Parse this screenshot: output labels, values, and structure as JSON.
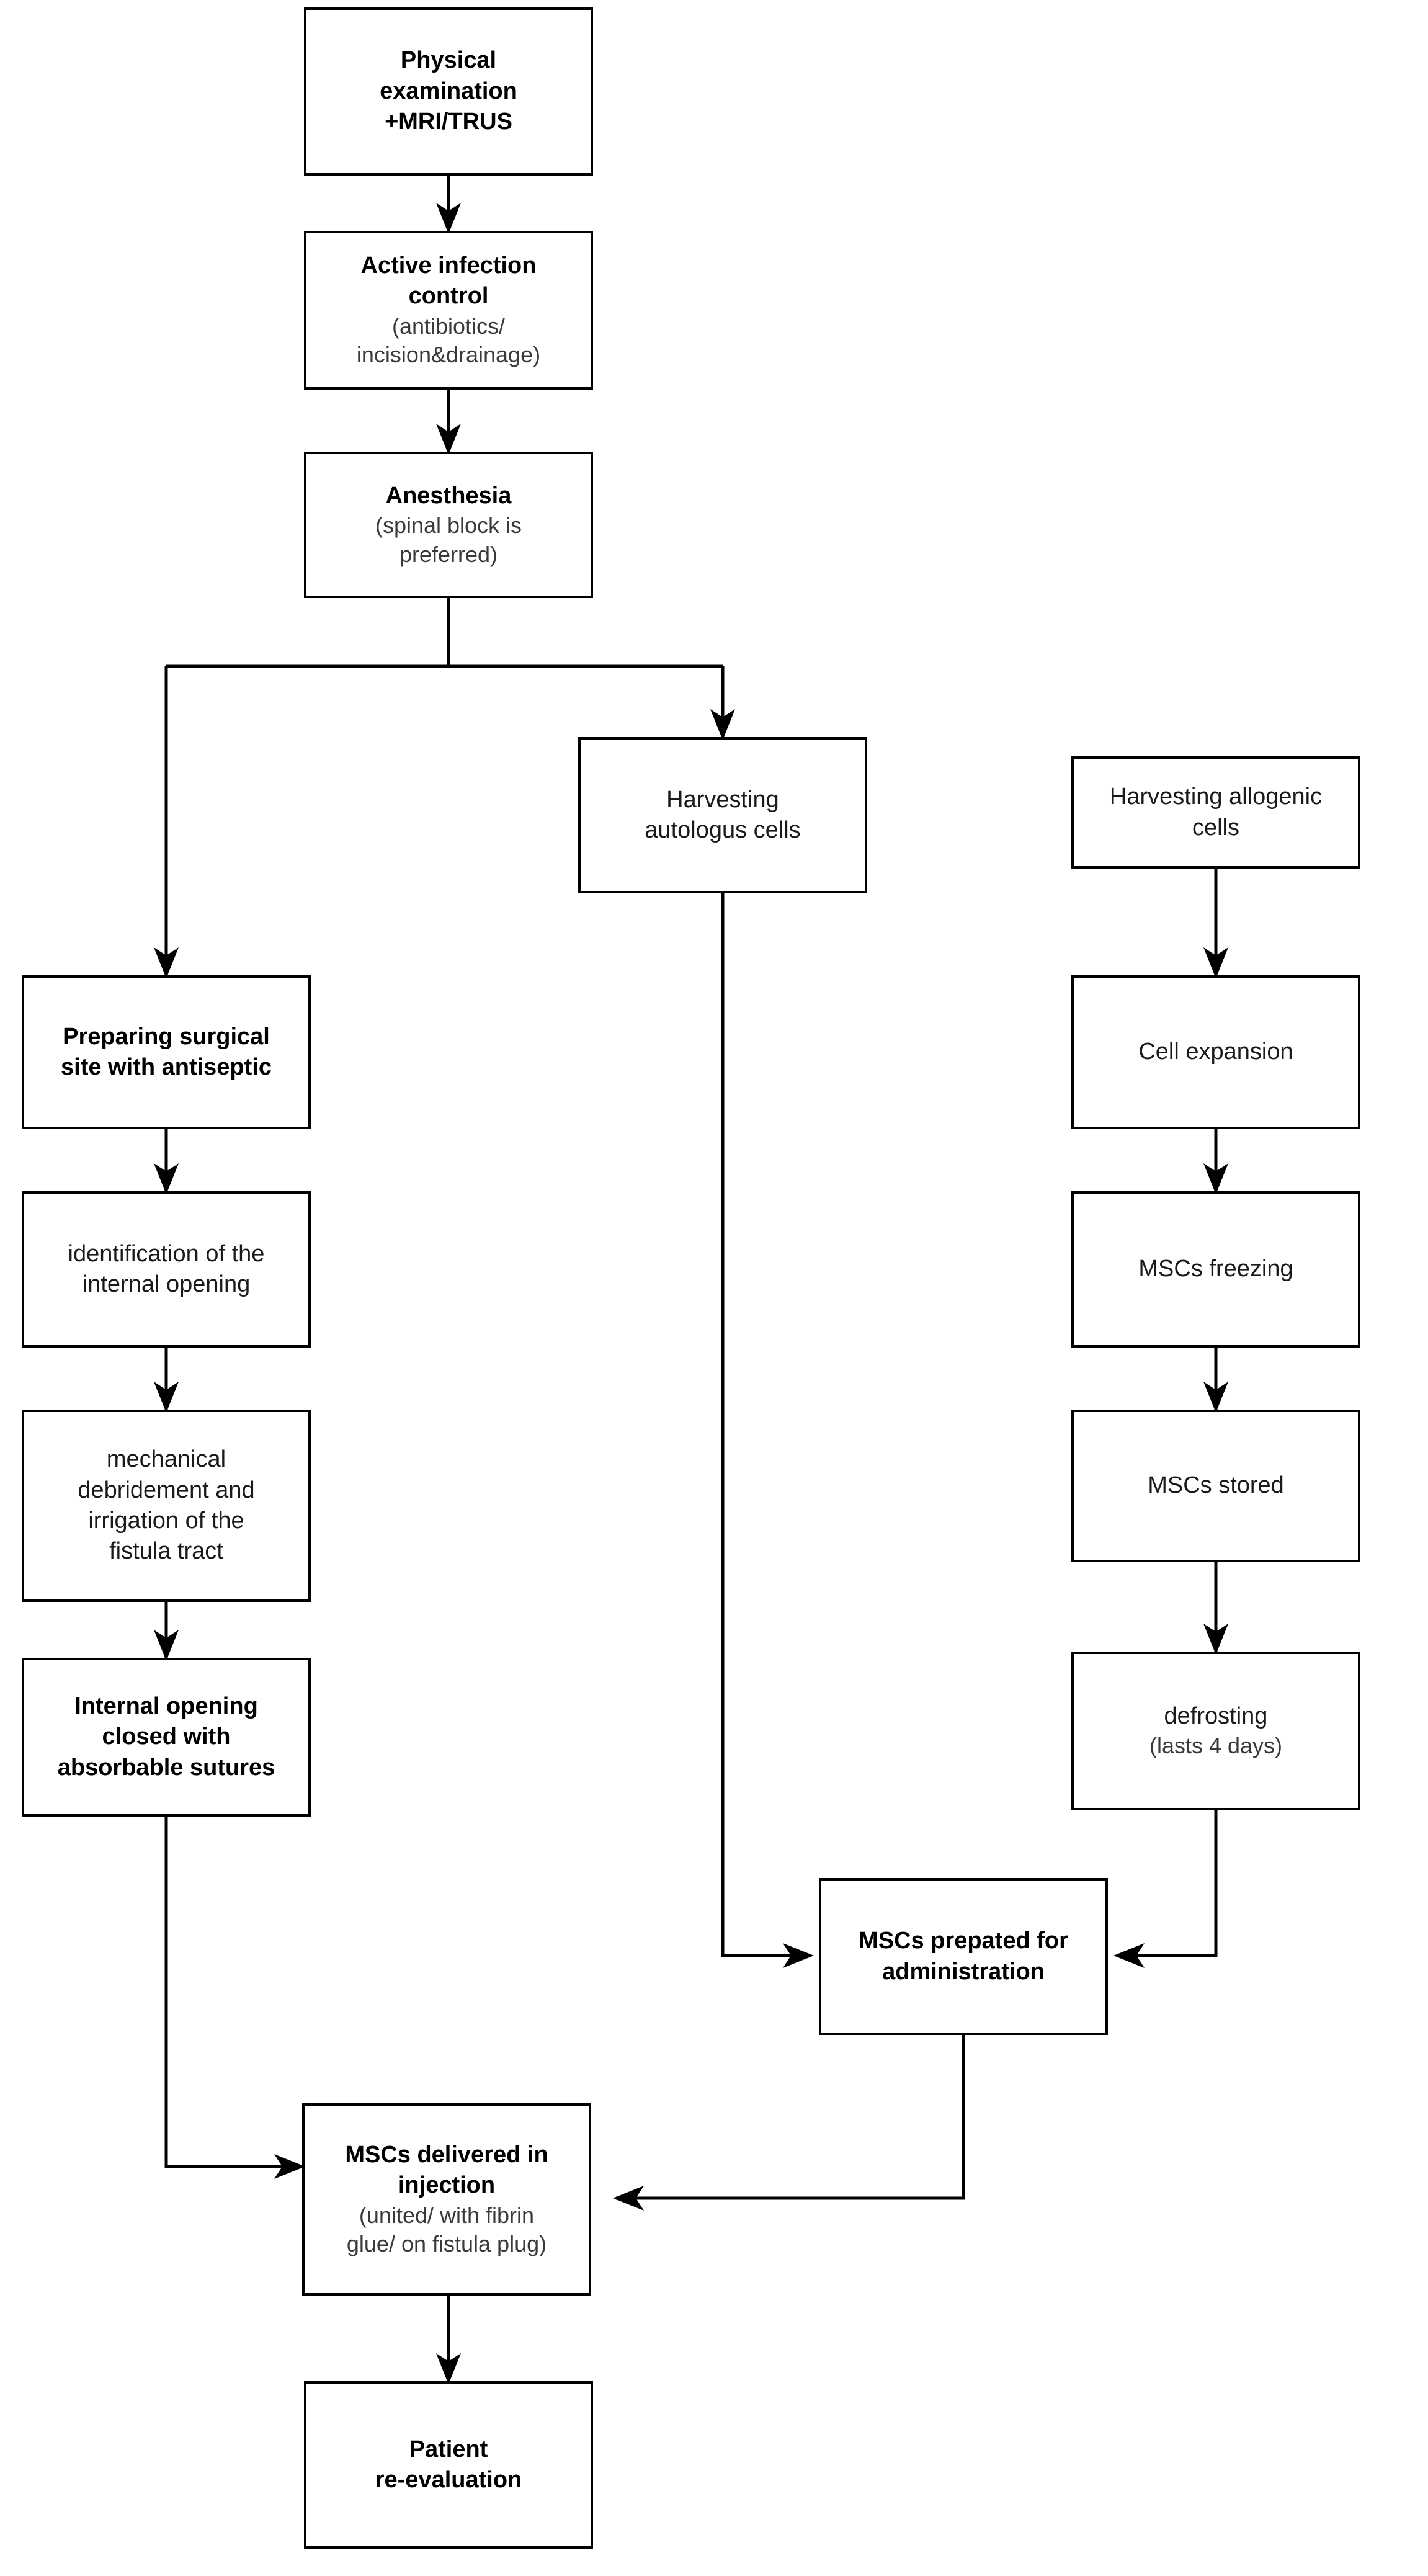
{
  "diagram": {
    "type": "flowchart",
    "title": "",
    "orientation": "top-to-bottom",
    "background_color": "#ffffff",
    "box_border_color": "#000000",
    "text_color": "#1a1a1a",
    "edge_color": "#000000"
  },
  "nodes": {
    "physical_exam": {
      "main": "Physical\nexamination\n+MRI/TRUS",
      "sub": ""
    },
    "infection_control": {
      "main": "Active infection\ncontrol",
      "sub": "(antibiotics/\nincision&drainage)"
    },
    "anesthesia": {
      "main": "Anesthesia",
      "sub": "(spinal block is\npreferred)"
    },
    "harvest_autologus": {
      "main": "Harvesting\nautologus cells",
      "sub": ""
    },
    "harvest_allogenic": {
      "main": "Harvesting allogenic\ncells",
      "sub": ""
    },
    "prepare_site": {
      "main": "Preparing surgical\nsite with antiseptic",
      "sub": ""
    },
    "cell_expansion": {
      "main": "Cell expansion",
      "sub": ""
    },
    "identify_opening": {
      "main": "identification of the\ninternal opening",
      "sub": ""
    },
    "mscs_freezing": {
      "main": "MSCs freezing",
      "sub": ""
    },
    "debridement": {
      "main": "mechanical\ndebridement and\nirrigation of the\nfistula tract",
      "sub": ""
    },
    "mscs_stored": {
      "main": "MSCs stored",
      "sub": ""
    },
    "close_opening": {
      "main": "Internal opening\nclosed with\nabsorbable sutures",
      "sub": ""
    },
    "defrosting": {
      "main": "defrosting",
      "sub": "(lasts 4 days)"
    },
    "mscs_prepared": {
      "main": "MSCs prepated for\nadministration",
      "sub": ""
    },
    "mscs_delivered": {
      "main": "MSCs delivered in\ninjection",
      "sub": "(united/ with fibrin\nglue/ on fistula plug)"
    },
    "patient_reevaluation": {
      "main": "Patient\nre-evaluation",
      "sub": ""
    }
  },
  "edges": [
    {
      "from": "physical_exam",
      "to": "infection_control",
      "style": "straight-arrow"
    },
    {
      "from": "infection_control",
      "to": "anesthesia",
      "style": "straight-arrow"
    },
    {
      "from": "anesthesia",
      "to": "harvest_autologus",
      "style": "branch-right-arrow"
    },
    {
      "from": "anesthesia",
      "to": "prepare_site",
      "style": "branch-left-arrow"
    },
    {
      "from": "prepare_site",
      "to": "identify_opening",
      "style": "straight-arrow"
    },
    {
      "from": "identify_opening",
      "to": "debridement",
      "style": "straight-arrow"
    },
    {
      "from": "debridement",
      "to": "close_opening",
      "style": "straight-arrow"
    },
    {
      "from": "close_opening",
      "to": "mscs_delivered",
      "style": "elbow-arrow"
    },
    {
      "from": "harvest_allogenic",
      "to": "cell_expansion",
      "style": "straight-arrow"
    },
    {
      "from": "cell_expansion",
      "to": "mscs_freezing",
      "style": "straight-arrow"
    },
    {
      "from": "mscs_freezing",
      "to": "mscs_stored",
      "style": "straight-arrow"
    },
    {
      "from": "mscs_stored",
      "to": "defrosting",
      "style": "straight-arrow"
    },
    {
      "from": "defrosting",
      "to": "mscs_prepared",
      "style": "elbow-arrow-left"
    },
    {
      "from": "harvest_autologus",
      "to": "mscs_prepared",
      "style": "elbow-arrow-right"
    },
    {
      "from": "mscs_prepared",
      "to": "mscs_delivered",
      "style": "elbow-arrow-left"
    },
    {
      "from": "mscs_delivered",
      "to": "patient_reevaluation",
      "style": "straight-arrow"
    }
  ]
}
